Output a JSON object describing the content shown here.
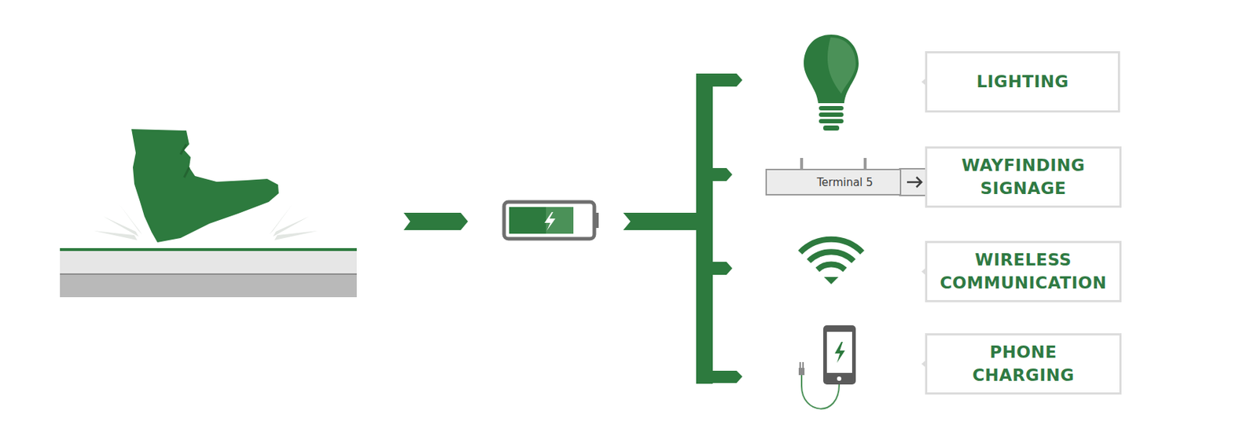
{
  "diagram": {
    "nodes": [
      {
        "text": [
          "LIGHTING"
        ]
      },
      {
        "text": [
          "Terminal 5"
        ]
      },
      {
        "text": [
          "WAYFINDING SIGNAGE"
        ]
      },
      {
        "text": [
          "WIRELESS COMMUNICATION"
        ]
      },
      {
        "text": [
          "PHONE CHARGING"
        ]
      }
    ]
  }
}
